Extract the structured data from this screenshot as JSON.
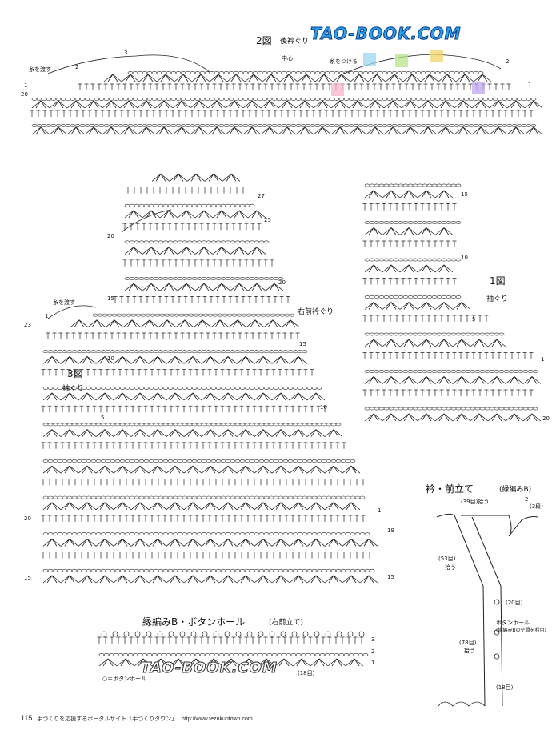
{
  "diagram2": {
    "title": "2図",
    "subtitle": "後衿ぐり",
    "label_center": "中心",
    "label_cut": "糸を渡す",
    "label_attach": "糸をつける",
    "row_labels": [
      "1",
      "2",
      "3",
      "2",
      "1",
      "20"
    ]
  },
  "diagram3": {
    "title": "3図",
    "subtitle": "袖ぐり",
    "side_label": "右前衿ぐり",
    "label_cut": "糸を渡す",
    "row_numbers_right": [
      "27",
      "25",
      "20",
      "15",
      "10",
      "5",
      "1",
      "19",
      "15"
    ],
    "row_numbers_left": [
      "20",
      "15",
      "10",
      "5",
      "1",
      "23",
      "20",
      "15"
    ]
  },
  "diagram1": {
    "title": "1図",
    "subtitle": "袖ぐり",
    "row_numbers": [
      "15",
      "10",
      "5",
      "1",
      "20"
    ]
  },
  "edging": {
    "title": "縁編みB・ボタンホール",
    "subtitle": "(右前立て)",
    "rows": [
      "3",
      "2",
      "1"
    ],
    "count_note": "(18目)",
    "legend": "○＝ボタンホール"
  },
  "collar": {
    "title": "衿・前立て",
    "subtitle": "(縁編みB)",
    "pick_top": "(39目)拾う",
    "rows_note": "(3段)",
    "rows_num": "2",
    "pick_left": "(53目)",
    "pick_left2": "拾う",
    "spacing": "(20目)",
    "buttonhole": "ボタンホール",
    "buttonhole_note": "(縁編みBの空間を利用)",
    "pick_bottom": "(78目)",
    "pick_bottom2": "拾う",
    "bottom_count": "(18目)"
  },
  "watermark": {
    "top": "TAO-BOOK.COM",
    "bottom": "TAO-BOOK.COM"
  },
  "footer": {
    "page": "115",
    "text": "手づくりを応援するポータルサイト「手づくりタウン」",
    "url": "http://www.tezukuritown.com"
  }
}
